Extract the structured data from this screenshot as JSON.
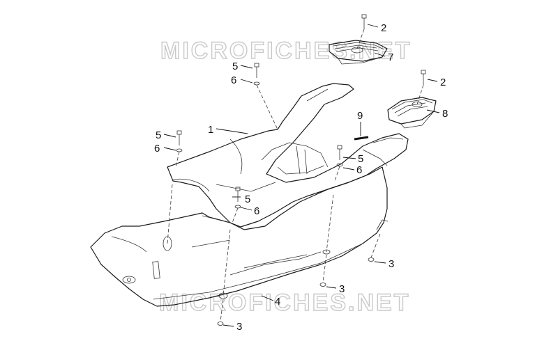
{
  "watermarks": [
    "MICROFICHES.NET",
    "MICROFICHES.NET"
  ],
  "callouts": [
    "1",
    "2",
    "2",
    "3",
    "3",
    "3",
    "4",
    "5",
    "5",
    "5",
    "5",
    "6",
    "6",
    "6",
    "6",
    "7",
    "8",
    "9"
  ]
}
